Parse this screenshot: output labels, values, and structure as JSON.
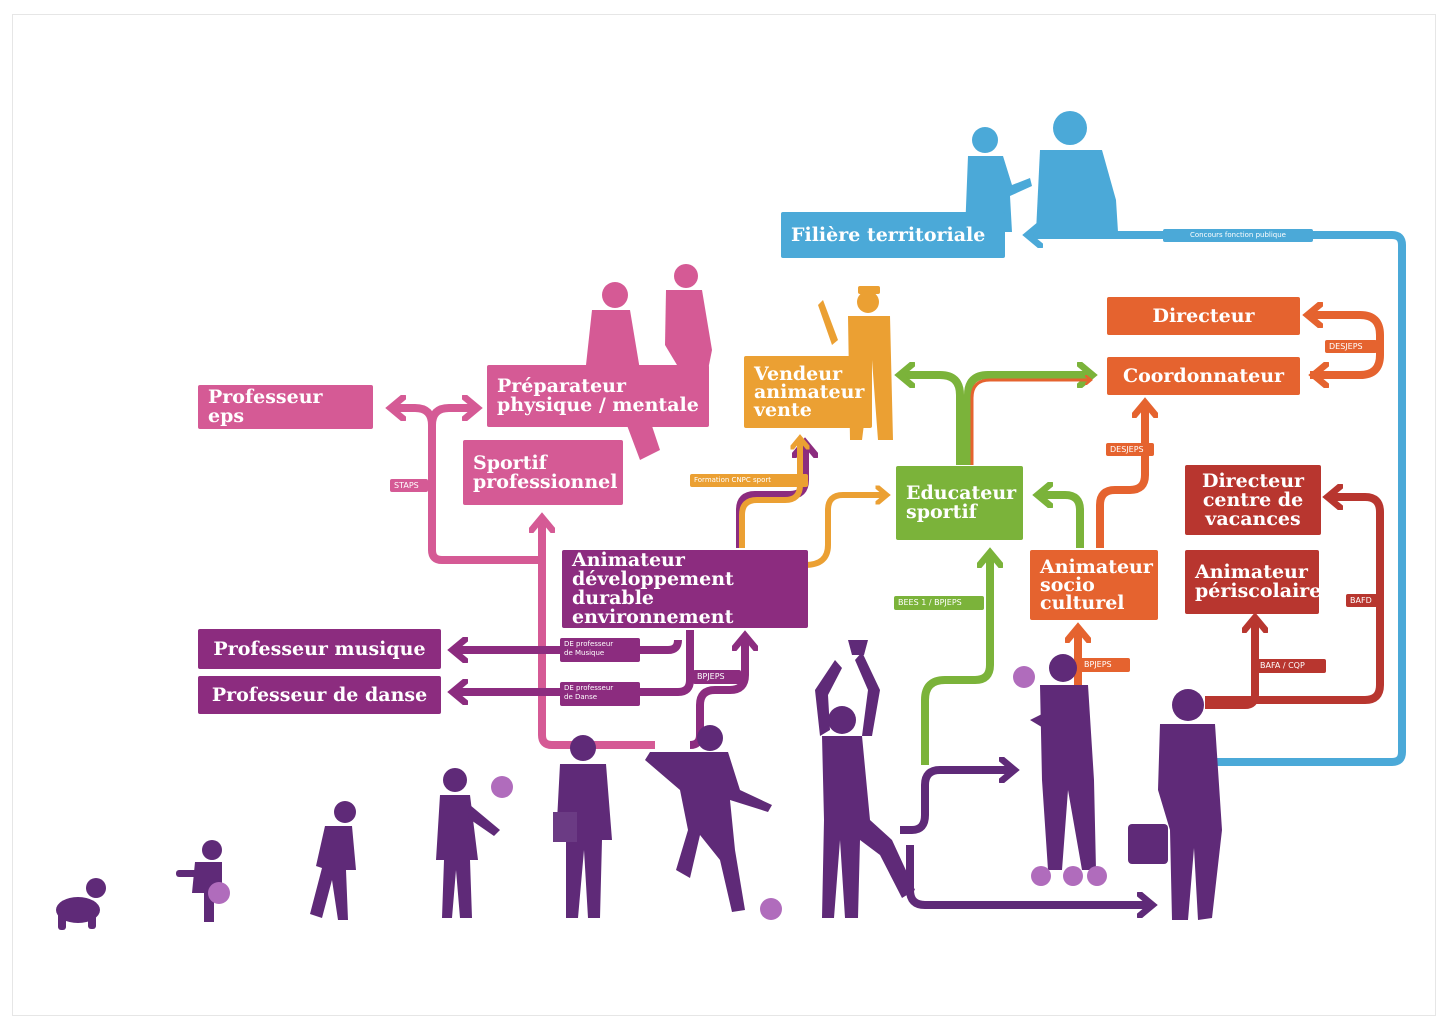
{
  "colors": {
    "pink": "#d55a95",
    "purple": "#8c2c7f",
    "dark_purple": "#5f2a78",
    "orange": "#eba033",
    "green": "#7bb33a",
    "orange_red": "#e5632f",
    "red": "#b8362f",
    "blue": "#4ba9d8",
    "ball": "#b06cbc"
  },
  "boxes": {
    "filiere_territoriale": "Filière territoriale",
    "directeur": "Directeur",
    "coordonnateur": "Coordonnateur",
    "preparateur": "Préparateur\nphysique / mentale",
    "sportif_pro": "Sportif\nprofessionnel",
    "professeur_eps": "Professeur eps",
    "vendeur": "Vendeur\nanimateur\nvente",
    "educateur": "Educateur\nsportif",
    "directeur_centre": "Directeur\ncentre de\nvacances",
    "animateur_dd": "Animateur\ndéveloppement durable\nenvironnement",
    "animateur_socio": "Animateur\nsocio\nculturel",
    "animateur_peri": "Animateur\npériscolaire",
    "prof_musique": "Professeur musique",
    "prof_danse": "Professeur de danse"
  },
  "tags": {
    "concours": "Concours fonction publique",
    "desjeps_top": "DESJEPS",
    "desjeps_mid": "DESJEPS",
    "staps": "STAPS",
    "formation_cnpc": "Formation CNPC sport",
    "bees_bpjeps": "BEES 1 / BPJEPS",
    "bafd": "BAFD",
    "bpjeps_socio": "BPJEPS",
    "bpjeps_dd": "BPJEPS",
    "bafa_cqp": "BAFA / CQP",
    "de_musique": "DE professeur\nde Musique",
    "de_danse": "DE professeur\nde Danse"
  },
  "figures": [
    "baby-crawling-figure",
    "toddler-ball-figure",
    "child-walking-figure",
    "kid-with-ball-figure",
    "teen-with-book-figure",
    "footballer-figure",
    "athlete-trophy-figure",
    "coach-figure",
    "businessman-figure",
    "couple-talking-figure",
    "singer-figure",
    "trainers-figure"
  ]
}
